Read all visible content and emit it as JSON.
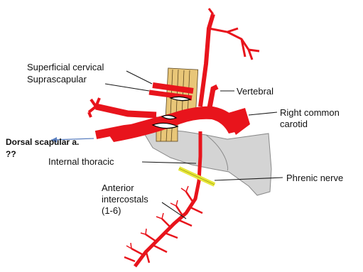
{
  "labels": {
    "superficial_cervical": "Superficial cervical",
    "suprascapular": "Suprascapular",
    "vertebral": "Vertebral",
    "right_common_carotid_1": "Right common",
    "right_common_carotid_2": "carotid",
    "dorsal_scapular": "Dorsal scapular a.",
    "unknown_marker": "??",
    "internal_thoracic": "Internal thoracic",
    "phrenic_nerve": "Phrenic nerve",
    "anterior_intercostals_1": "Anterior",
    "anterior_intercostals_2": "intercostals",
    "anterior_intercostals_3": "(1-6)"
  },
  "colors": {
    "artery": "#e8141c",
    "artery_dark": "#b00c12",
    "muscle": "#e8c678",
    "bone": "#d4d4d4",
    "nerve": "#e6e63a",
    "leader": "#1a1a1a",
    "arrow": "#5a7fc0"
  }
}
